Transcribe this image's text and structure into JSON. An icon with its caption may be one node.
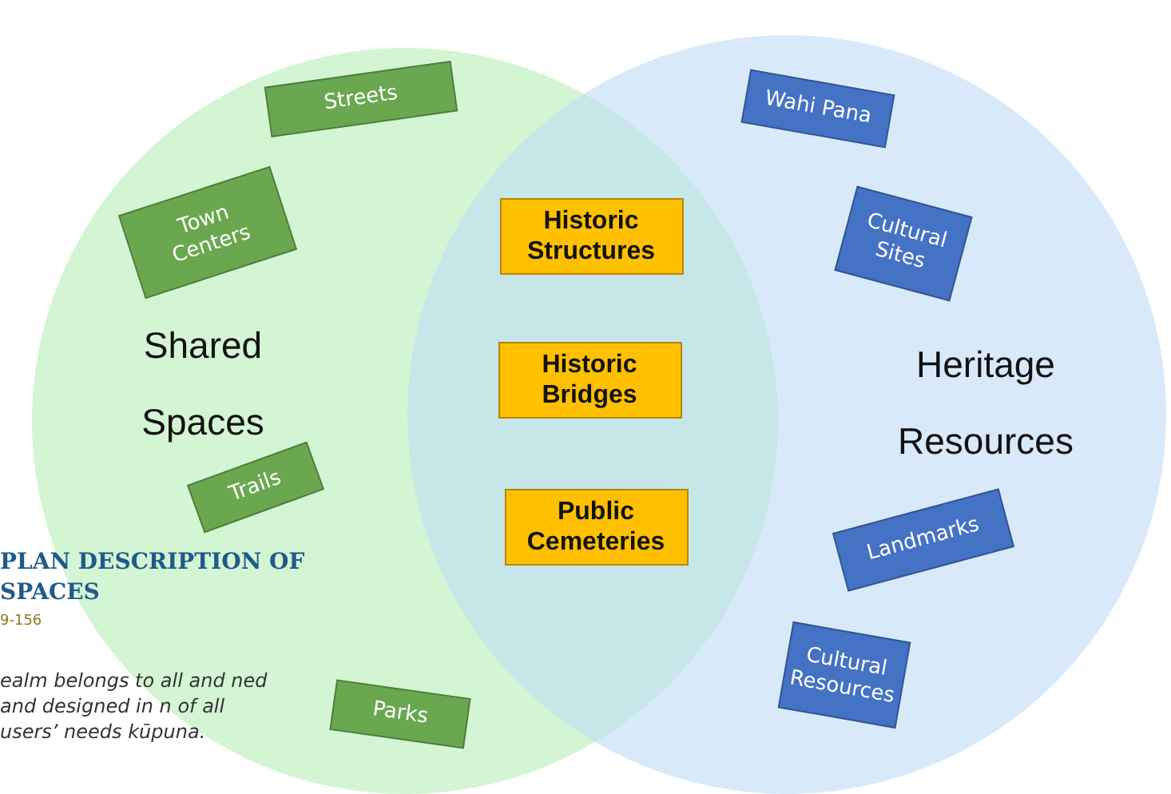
{
  "diagram": {
    "nodes": [
      {
        "text": [
          "Shared Spaces"
        ]
      },
      {
        "text": [
          "Heritage Resources"
        ]
      },
      {
        "text": [
          "Streets"
        ],
        "in": 0
      },
      {
        "text": [
          "Town Centers"
        ],
        "in": 0
      },
      {
        "text": [
          "Trails"
        ],
        "in": 0
      },
      {
        "text": [
          "Parks"
        ],
        "in": 0
      },
      {
        "text": [
          "Historic Structures"
        ]
      },
      {
        "text": [
          "Historic Bridges"
        ]
      },
      {
        "text": [
          "Public Cemeteries"
        ]
      },
      {
        "text": [
          "Wahi Pana"
        ],
        "in": 1
      },
      {
        "text": [
          "Cultural Sites"
        ],
        "in": 1
      },
      {
        "text": [
          "Landmarks"
        ],
        "in": 1
      },
      {
        "text": [
          "Cultural Resources"
        ],
        "in": 1
      }
    ],
    "labels": [
      "PLAN DESCRIPTION OF SPACES",
      "9-156",
      "ealm belongs to all and ned and designed in n of all users’ needs kūpuna."
    ]
  }
}
